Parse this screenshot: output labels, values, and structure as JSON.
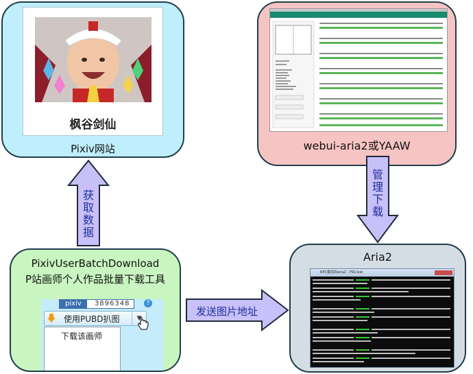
{
  "pixiv": {
    "user_name": "枫谷剑仙",
    "caption": "Pixiv网站"
  },
  "webui": {
    "caption": "webui-aria2或YAAW"
  },
  "pubd": {
    "title": "PixivUserBatchDownload",
    "subtitle": "P站画师个人作品批量下载工具",
    "badge_label": "pixiv",
    "badge_value": "3896348",
    "help_mark": "?",
    "button_label": "使用PUBD扒图",
    "menu_item": "下载该画师"
  },
  "aria": {
    "caption": "Aria2",
    "window_title": "RPC模式的aria2 - PSU.bat"
  },
  "arrows": {
    "fetch": [
      "获",
      "取",
      "数",
      "据"
    ],
    "manage": [
      "管",
      "理",
      "下",
      "载"
    ],
    "send": "发送图片地址"
  },
  "colors": {
    "arrow_fill": "#c8c0f8",
    "arrow_stroke": "#1f2a3a",
    "arrow_text": "#1d2f9a",
    "pixiv_box": "#bfeefc",
    "webui_box": "#f7c4c4",
    "pubd_box": "#c9f5c0",
    "aria_box": "#d5dde4",
    "console_bg": "#0c0c0c",
    "console_text": "#bfbfbf",
    "console_green": "#3ac73a"
  }
}
